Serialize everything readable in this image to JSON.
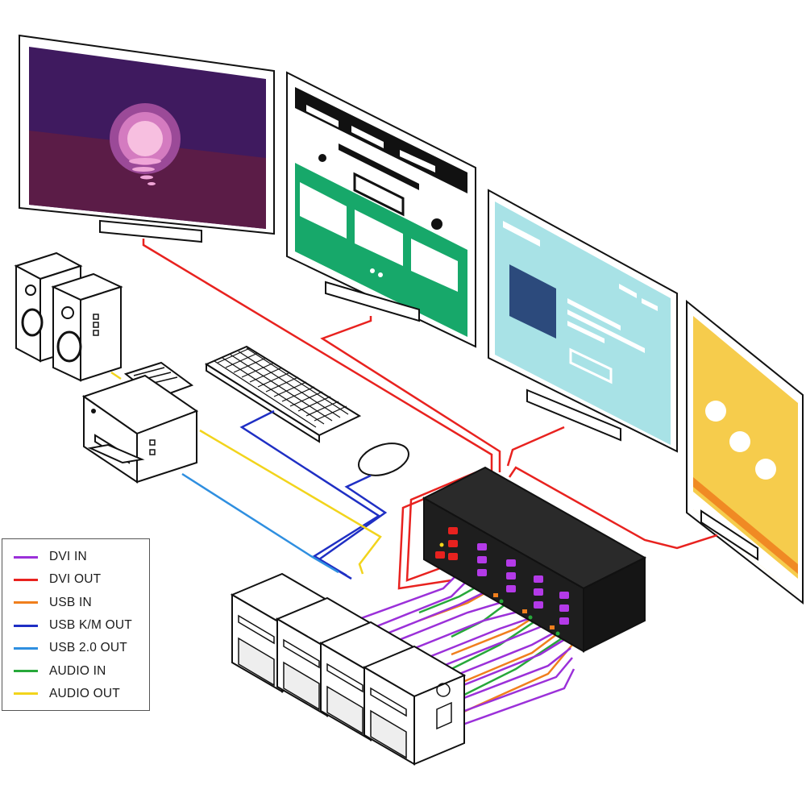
{
  "colors": {
    "dvi_in": "#9b30d9",
    "dvi_out": "#e8221f",
    "usb_in": "#f07f1d",
    "usb_km_out": "#1f2fc4",
    "usb20_out": "#2f8fe0",
    "audio_in": "#27a83a",
    "audio_out": "#f2d41c",
    "outline": "#111111",
    "switch_body": "#1e1e1e"
  },
  "legend": {
    "items": [
      {
        "label": "DVI IN",
        "color": "#9b30d9"
      },
      {
        "label": "DVI OUT",
        "color": "#e8221f"
      },
      {
        "label": "USB IN",
        "color": "#f07f1d"
      },
      {
        "label": "USB K/M OUT",
        "color": "#1f2fc4"
      },
      {
        "label": "USB 2.0 OUT",
        "color": "#2f8fe0"
      },
      {
        "label": "AUDIO IN",
        "color": "#27a83a"
      },
      {
        "label": "AUDIO OUT",
        "color": "#f2d41c"
      }
    ]
  },
  "devices": {
    "monitors": [
      "monitor-sunset-icon",
      "monitor-webpage-green-icon",
      "monitor-webpage-cyan-icon",
      "monitor-yellow-dots-icon"
    ],
    "peripherals": [
      "speakers-icon",
      "printer-icon",
      "keyboard-icon",
      "mouse-icon"
    ],
    "computers": [
      "pc-tower-icon",
      "pc-tower-icon",
      "pc-tower-icon",
      "pc-tower-icon"
    ],
    "switch": "kvm-matrix-switch-icon"
  }
}
